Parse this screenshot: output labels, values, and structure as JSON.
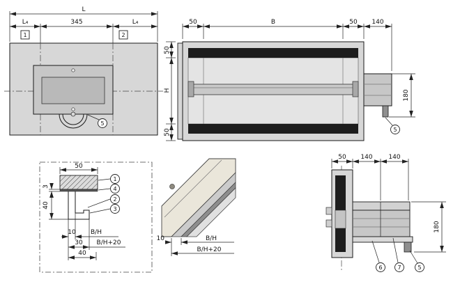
{
  "drawing": {
    "side_view": {
      "dim_L": "L",
      "dim_L4_left": "L₄",
      "dim_345": "345",
      "dim_L4_right": "L₄",
      "pos_1": "1",
      "pos_2": "2",
      "callout_5": "5"
    },
    "front_view": {
      "dim_50_top_left": "50",
      "dim_B": "B",
      "dim_50_top_right": "50",
      "dim_140": "140",
      "dim_50_left_top": "50",
      "dim_H": "H",
      "dim_50_left_bottom": "50",
      "dim_180": "180",
      "callout_5": "5"
    },
    "profile_detail": {
      "dim_50": "50",
      "dim_3": "3",
      "dim_40_side": "40",
      "callout_1": "1",
      "callout_4": "4",
      "callout_2": "2",
      "callout_3": "3",
      "dim_10": "10",
      "dim_BH": "B/H",
      "dim_30": "30",
      "dim_BH20": "B/H+20",
      "dim_40_bottom": "40"
    },
    "corner_detail": {
      "dim_10": "10",
      "dim_BH": "B/H",
      "dim_BH20": "B/H+20"
    },
    "mount_view": {
      "dim_50": "50",
      "dim_140_a": "140",
      "dim_140_b": "140",
      "dim_180": "180",
      "callout_6": "6",
      "callout_7": "7",
      "callout_5": "5"
    }
  },
  "colors": {
    "body_gray": "#d7d7d7",
    "panel_gray": "#c7c7c7",
    "inner_light": "#e4e4e4",
    "frame_black": "#1d1d1d",
    "blade_gray": "#c9c9c9",
    "beige": "#eae6da",
    "dark_gray": "#8f8f8f"
  }
}
